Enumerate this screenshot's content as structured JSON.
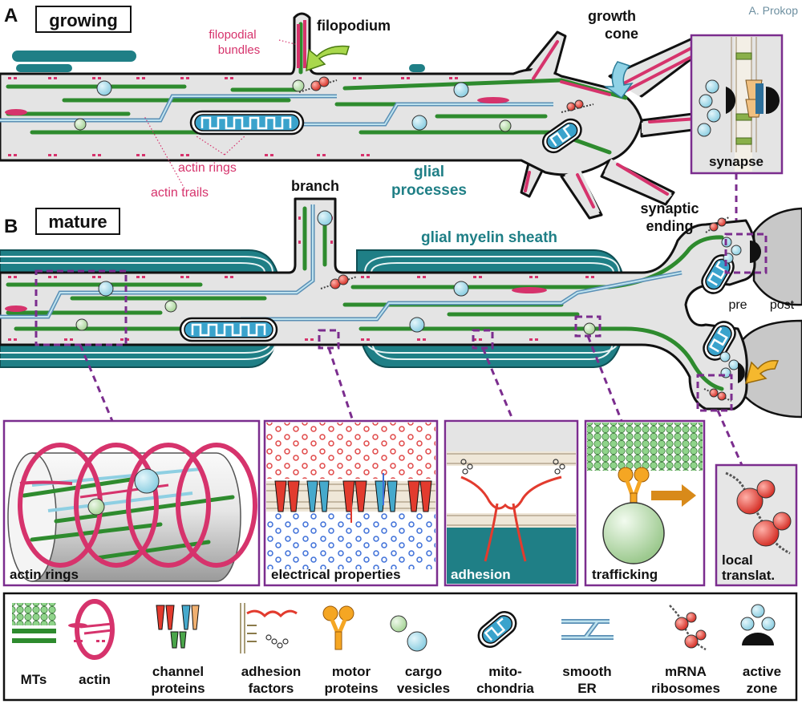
{
  "credit": "A. Prokop",
  "panel_a": {
    "letter": "A",
    "title": "growing",
    "labels": {
      "filopodial_1": "filopodial",
      "filopodial_2": "bundles",
      "filopodium": "filopodium",
      "growth_1": "growth",
      "growth_2": "cone",
      "actin_rings": "actin rings",
      "actin_trails": "actin trails",
      "glial_1": "glial",
      "glial_2": "processes"
    }
  },
  "panel_b": {
    "letter": "B",
    "title": "mature",
    "labels": {
      "branch": "branch",
      "myelin": "glial myelin sheath",
      "syn_end_1": "synaptic",
      "syn_end_2": "ending",
      "pre": "pre",
      "post": "post"
    }
  },
  "synapse_inset": {
    "label": "synapse"
  },
  "detail_insets": [
    {
      "label": "actin rings"
    },
    {
      "label": "electrical properties"
    },
    {
      "label": "adhesion"
    },
    {
      "label": "trafficking"
    },
    {
      "label_1": "local",
      "label_2": "translat."
    }
  ],
  "legend": [
    {
      "line1": "MTs",
      "line2": ""
    },
    {
      "line1": "actin",
      "line2": ""
    },
    {
      "line1": "channel",
      "line2": "proteins"
    },
    {
      "line1": "adhesion",
      "line2": "factors"
    },
    {
      "line1": "motor",
      "line2": "proteins"
    },
    {
      "line1": "cargo",
      "line2": "vesicles"
    },
    {
      "line1": "mito-",
      "line2": "chondria"
    },
    {
      "line1": "smooth",
      "line2": "ER"
    },
    {
      "line1": "mRNA",
      "line2": "ribosomes"
    },
    {
      "line1": "active",
      "line2": "zone"
    }
  ],
  "colors": {
    "microtubule": "#2e8b2e",
    "actin": "#d6336c",
    "glia": "#1f7f86",
    "axon_fill": "#e4e4e4",
    "vesicle_blue": "#a8dbe8",
    "vesicle_green": "#cfe8c4",
    "inset_border": "#7b2d8e",
    "motor": "#f5a623",
    "ribosome": "#e8453c"
  }
}
